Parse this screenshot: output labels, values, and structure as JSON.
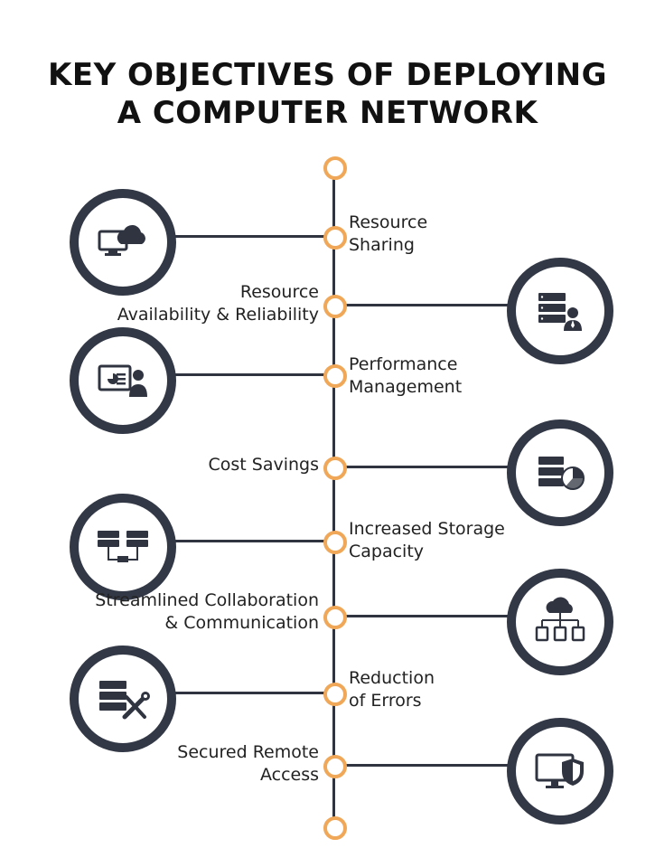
{
  "title": {
    "line1": "KEY OBJECTIVES OF DEPLOYING",
    "line2": "A COMPUTER NETWORK"
  },
  "items": [
    {
      "line1": "Resource",
      "line2": "Sharing",
      "icon": "computer-cloud-icon",
      "side": "icon-left"
    },
    {
      "line1": "Resource",
      "line2": "Availability & Reliability",
      "icon": "server-user-icon",
      "side": "icon-right"
    },
    {
      "line1": "Performance",
      "line2": "Management",
      "icon": "presentation-user-icon",
      "side": "icon-left"
    },
    {
      "line1": "Cost Savings",
      "line2": "",
      "icon": "server-pie-chart-icon",
      "side": "icon-right"
    },
    {
      "line1": "Increased Storage",
      "line2": "Capacity",
      "icon": "connected-servers-icon",
      "side": "icon-left"
    },
    {
      "line1": "Streamlined Collaboration",
      "line2": "& Communication",
      "icon": "cloud-network-icon",
      "side": "icon-right"
    },
    {
      "line1": "Reduction",
      "line2": "of Errors",
      "icon": "server-tools-icon",
      "side": "icon-left"
    },
    {
      "line1": "Secured Remote",
      "line2": "Access",
      "icon": "monitor-shield-icon",
      "side": "icon-right"
    }
  ],
  "colors": {
    "accent": "#f0a757",
    "dark": "#323845",
    "text": "#222222"
  }
}
